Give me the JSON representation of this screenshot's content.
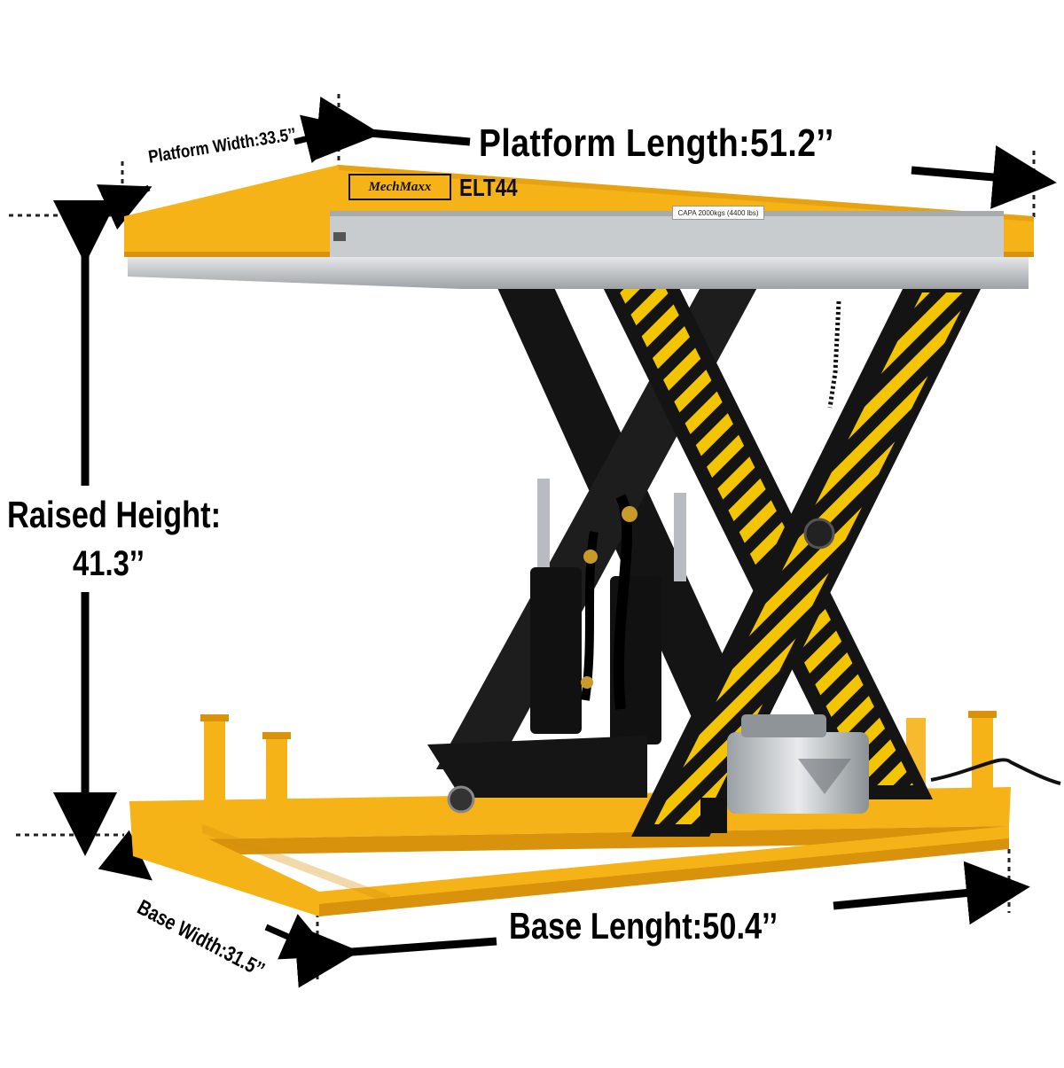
{
  "dimensions": {
    "platform_length": "Platform Length:51.2’’",
    "platform_width": "Platform Width:33.5’’",
    "raised_height_line1": "Raised Height:",
    "raised_height_line2": "41.3’’",
    "base_length": "Base Lenght:50.4’’",
    "base_width": "Base Width:31.5’’"
  },
  "product": {
    "brand": "MechMaxx",
    "model": "ELT44",
    "capacity_label": "CAPA 2000kgs (4400 lbs)"
  },
  "colors": {
    "frame_yellow": "#f6b317",
    "steel_black": "#141414",
    "platform_silver": "#c9ccce",
    "stripe_yellow": "#f3c500"
  }
}
